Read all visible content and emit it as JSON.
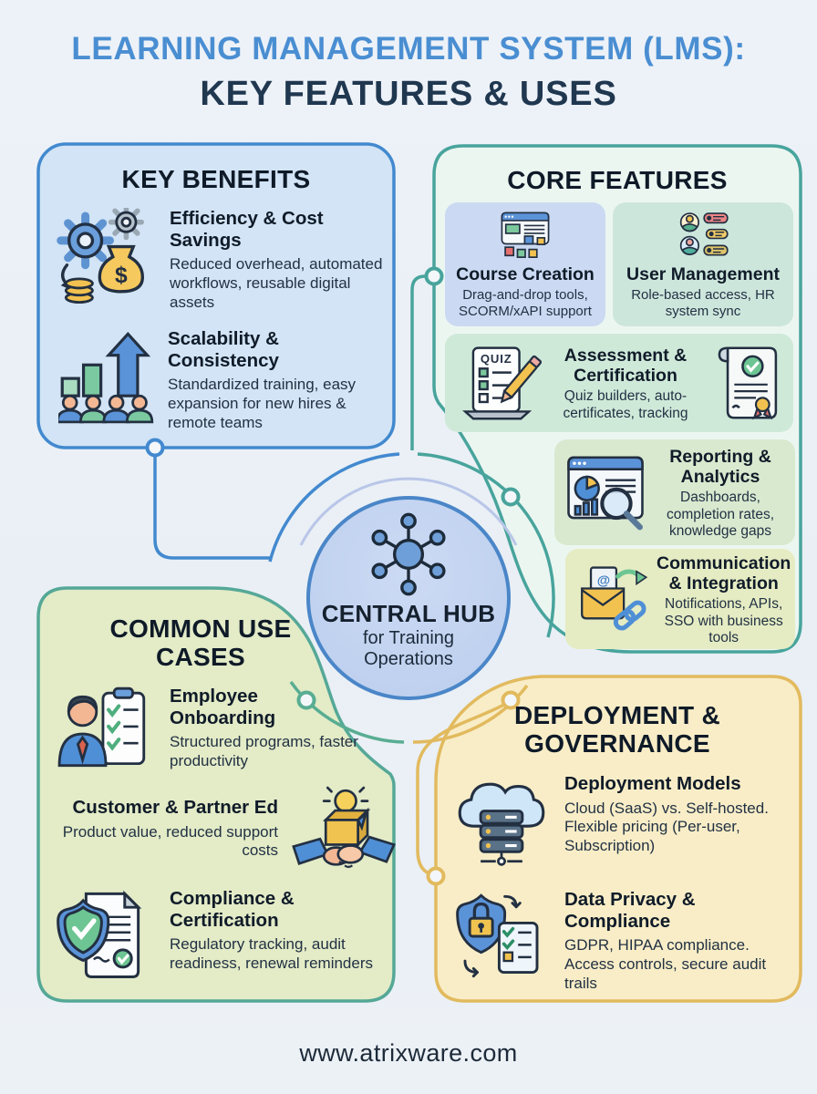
{
  "title": {
    "line1": "LEARNING MANAGEMENT SYSTEM (LMS):",
    "line2": "KEY FEATURES & USES"
  },
  "hub": {
    "icon": "network-hub-icon",
    "title": "CENTRAL HUB",
    "subtitle": "for Training Operations"
  },
  "panels": {
    "key_benefits": {
      "heading": "KEY BENEFITS",
      "items": [
        {
          "icon": "gears-money-icon",
          "title": "Efficiency & Cost Savings",
          "description": "Reduced overhead, automated workflows, reusable digital assets"
        },
        {
          "icon": "growth-people-icon",
          "title": "Scalability & Consistency",
          "description": "Standardized training, easy expansion for new hires & remote teams"
        }
      ]
    },
    "core_features": {
      "heading": "CORE FEATURES",
      "cards": [
        {
          "icon": "course-builder-icon",
          "title": "Course Creation",
          "description": "Drag-and-drop tools, SCORM/xAPI support"
        },
        {
          "icon": "users-roles-icon",
          "title": "User Management",
          "description": "Role-based access, HR system sync"
        },
        {
          "icon_left": "quiz-clipboard-icon",
          "icon_right": "certificate-icon",
          "title": "Assessment & Certification",
          "description": "Quiz builders, auto-certificates, tracking"
        },
        {
          "icon": "analytics-dashboard-icon",
          "title": "Reporting & Analytics",
          "description": "Dashboards, completion rates, knowledge gaps"
        },
        {
          "icon": "email-link-icon",
          "title": "Communication & Integration",
          "description": "Notifications, APIs, SSO with business tools"
        }
      ]
    },
    "common_use_cases": {
      "heading": "COMMON USE CASES",
      "items": [
        {
          "icon": "employee-checklist-icon",
          "title": "Employee Onboarding",
          "description": "Structured programs, faster productivity"
        },
        {
          "icon": "handshake-box-icon",
          "title": "Customer & Partner Ed",
          "description": "Product value, reduced support costs"
        },
        {
          "icon": "shield-document-icon",
          "title": "Compliance & Certification",
          "description": "Regulatory tracking, audit readiness, renewal reminders"
        }
      ]
    },
    "deployment_governance": {
      "heading": "DEPLOYMENT & GOVERNANCE",
      "items": [
        {
          "icon": "cloud-server-icon",
          "title": "Deployment Models",
          "description": "Cloud (SaaS) vs. Self-hosted. Flexible pricing (Per-user, Subscription)"
        },
        {
          "icon": "lock-shield-checklist-icon",
          "title": "Data Privacy & Compliance",
          "description": "GDPR, HIPAA compliance. Access controls, secure audit trails"
        }
      ]
    }
  },
  "footer": {
    "website": "www.atrixware.com"
  },
  "colors": {
    "background": "#eaf0f6",
    "title_primary": "#4a8ed2",
    "title_secondary": "#203750",
    "benefits_border": "#4289cf",
    "features_border": "#48a49c",
    "use_cases_border": "#55a897",
    "governance_border": "#e2ba5e",
    "hub_fill": "#c7d6f1",
    "hub_border": "#4a86c8"
  }
}
